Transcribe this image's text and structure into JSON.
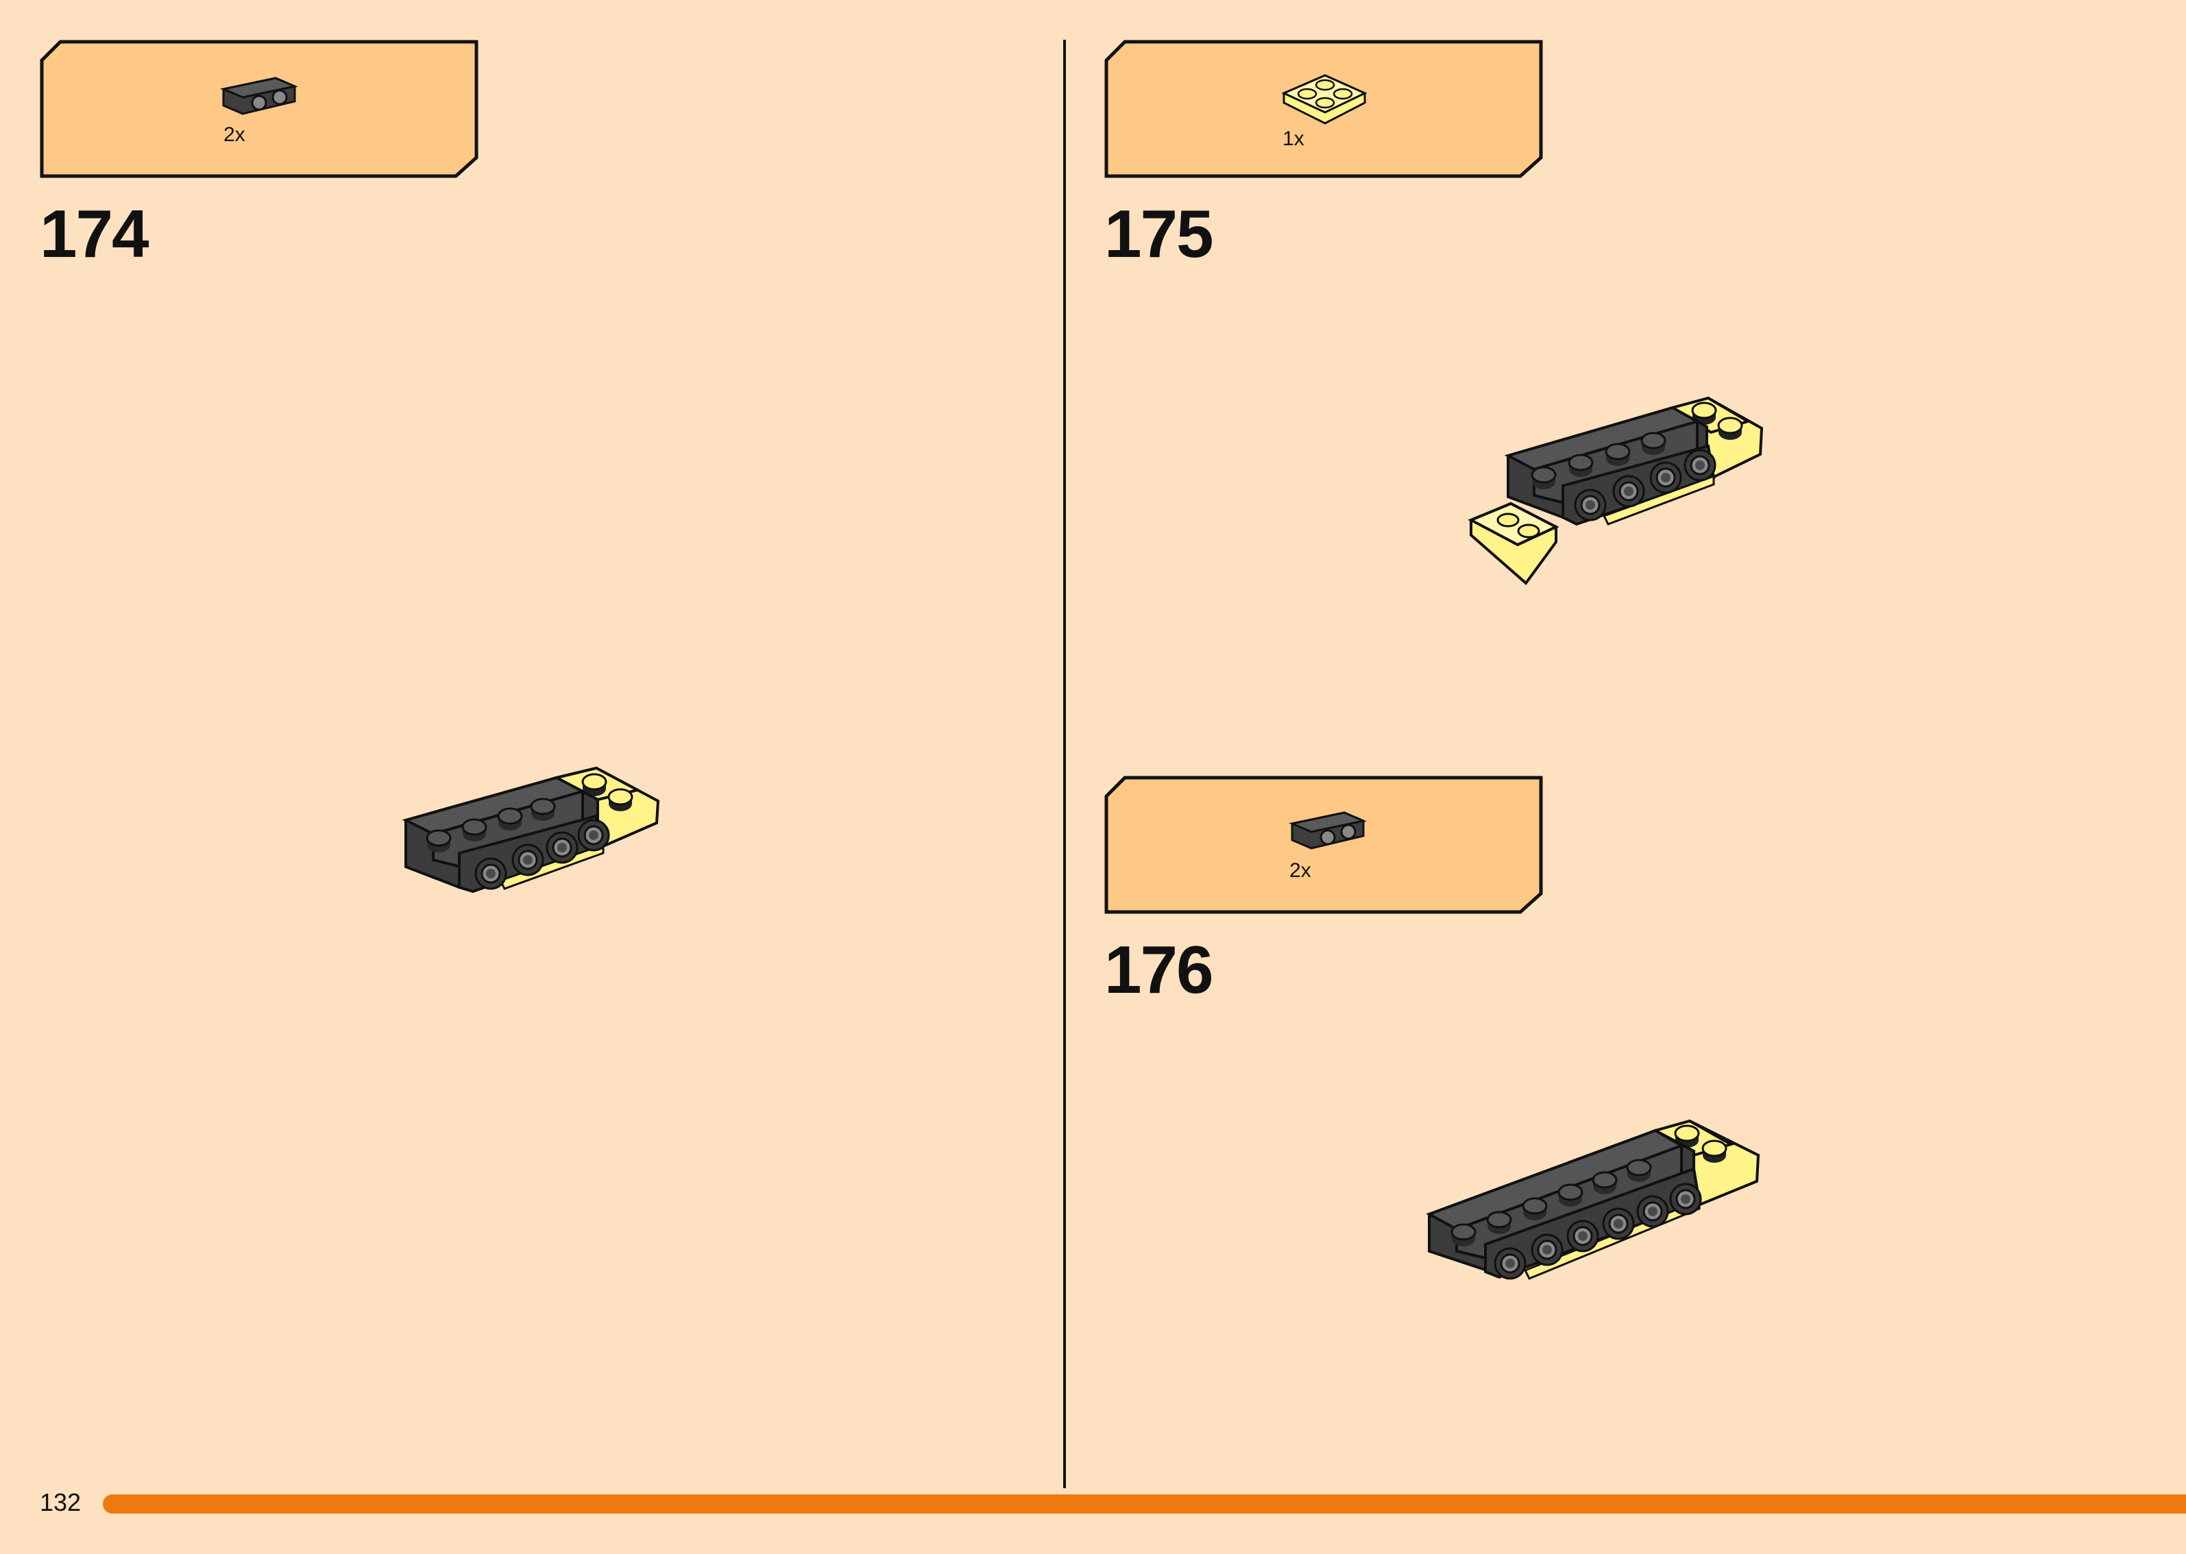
{
  "page": {
    "number": "132"
  },
  "colors": {
    "background": "#FEE1C0",
    "callout_fill": "#FEC986",
    "accent": "#EE7A0F",
    "dark_part": "#4A4A4A",
    "yellow_part": "#FFF38A"
  },
  "steps": [
    {
      "number": "174",
      "parts": [
        {
          "qty": "2x",
          "icon": "dark-bracket-1x2-icon"
        }
      ]
    },
    {
      "number": "175",
      "parts": [
        {
          "qty": "1x",
          "icon": "yellow-plate-2x2-icon"
        }
      ]
    },
    {
      "number": "176",
      "parts": [
        {
          "qty": "2x",
          "icon": "dark-bracket-1x2-icon"
        }
      ]
    }
  ]
}
